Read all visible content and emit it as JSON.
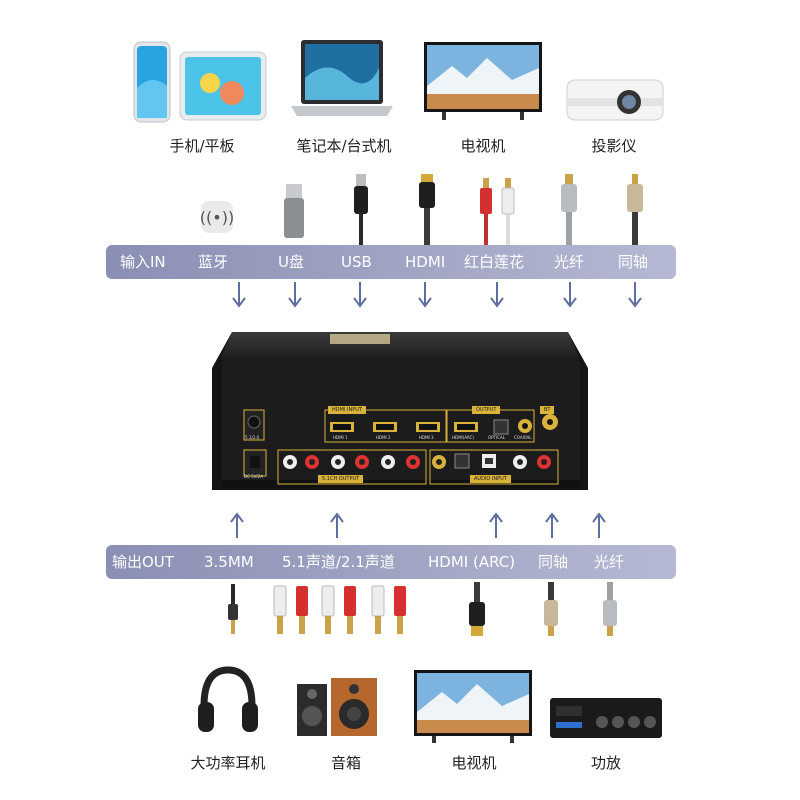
{
  "top_devices": [
    {
      "label": "手机/平板",
      "icon": "phone-tablet-icon"
    },
    {
      "label": "笔记本/台式机",
      "icon": "laptop-icon"
    },
    {
      "label": "电视机",
      "icon": "tv-icon"
    },
    {
      "label": "投影仪",
      "icon": "projector-icon"
    }
  ],
  "input_bar": {
    "head": "输入IN",
    "items": [
      "蓝牙",
      "U盘",
      "USB",
      "HDMI",
      "红白莲花",
      "光纤",
      "同轴"
    ]
  },
  "device_panel": {
    "hdmi_input": "HDMI INPUT",
    "output": "OUTPUT",
    "bt": "BT",
    "channel_output": "5.1CH OUTPUT",
    "audio_input": "AUDIO INPUT",
    "ports": {
      "hdmi1": "HDMI 1",
      "hdmi2": "HDMI 2",
      "hdmi3": "HDMI 3",
      "hdmi_arc": "HDMI(ARC)",
      "optical": "OPTICAL",
      "coaxial": "COAXIAL",
      "mic": "5.1/2.0",
      "power": "DC 5V/2A"
    }
  },
  "output_bar": {
    "head": "输出OUT",
    "items": [
      "3.5MM",
      "5.1声道/2.1声道",
      "HDMI (ARC)",
      "同轴",
      "光纤"
    ]
  },
  "bottom_devices": [
    {
      "label": "大功率耳机",
      "icon": "headphones-icon"
    },
    {
      "label": "音箱",
      "icon": "speakers-icon"
    },
    {
      "label": "电视机",
      "icon": "tv-icon"
    },
    {
      "label": "功放",
      "icon": "amplifier-icon"
    }
  ],
  "colors": {
    "bar": "#9a9ec0",
    "arrow": "#5e6ea0",
    "device_body": "#1c1c1c",
    "gold": "#d9b23a"
  }
}
